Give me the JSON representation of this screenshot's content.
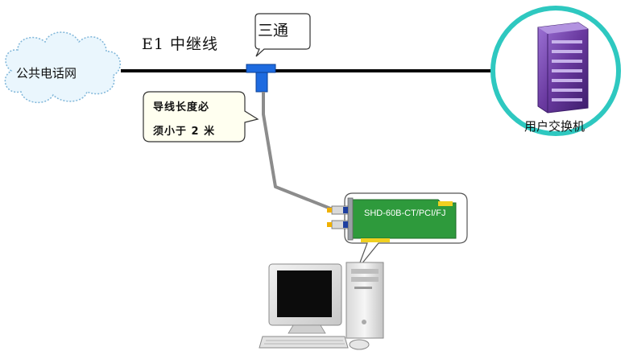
{
  "labels": {
    "cloud": "公共电话网",
    "trunk": "E1 中继线",
    "tee": "三通",
    "note_line1": "导线长度必",
    "note_line2": "须小于 2 米",
    "pbx": "用户交换机",
    "card": "SHD-60B-CT/PCI/FJ"
  },
  "colors": {
    "trunk_line": "#000000",
    "tee": "#1e6be0",
    "cable": "#8c8c8c",
    "pbx_ring": "#2ec8c0",
    "pbx_body": "#6a3aa0",
    "card_green": "#2e9a3c",
    "note_fill": "#fffff0",
    "cloud_fill": "#eaf6fd"
  },
  "icons": [
    "cloud-icon",
    "pbx-cabinet-icon",
    "tee-connector-icon",
    "pci-card-icon",
    "monitor-icon",
    "pc-tower-icon",
    "keyboard-icon",
    "mouse-icon"
  ]
}
